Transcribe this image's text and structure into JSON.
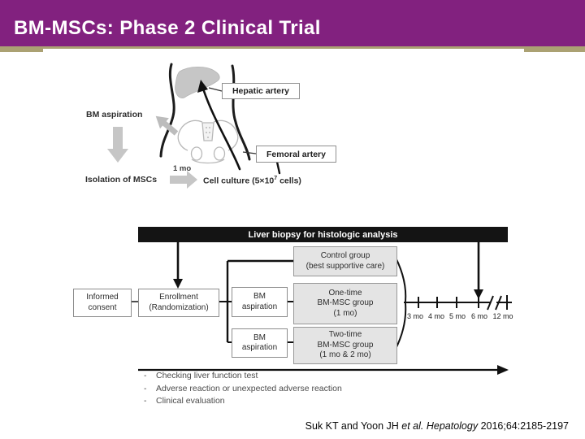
{
  "colors": {
    "header_purple": "#82217f",
    "accent_tan": "#aba173",
    "banner_black": "#141414",
    "box_gray_fill": "#e4e4e4",
    "arrow_gray": "#c6c6c6",
    "liver_gray": "#c6c6c6"
  },
  "header": {
    "title": "BM-MSCs: Phase 2 Clinical Trial"
  },
  "anatomy": {
    "bm_aspiration": "BM aspiration",
    "isolation": "Isolation of MSCs",
    "interval": "1 mo",
    "cell_culture_pre": "Cell culture (5×10",
    "cell_culture_sup": "7",
    "cell_culture_post": " cells)",
    "hepatic_artery": "Hepatic artery",
    "femoral_artery": "Femoral artery"
  },
  "trial": {
    "banner": "Liver biopsy for histologic analysis",
    "informed_consent": [
      "Informed",
      "consent"
    ],
    "enrollment": [
      "Enrollment",
      "(Randomization)"
    ],
    "bm_aspiration_1": [
      "BM",
      "aspiration"
    ],
    "bm_aspiration_2": [
      "BM",
      "aspiration"
    ],
    "control_group": [
      "Control group",
      "(best supportive care)"
    ],
    "one_time_group": [
      "One-time",
      "BM-MSC group",
      "(1 mo)"
    ],
    "two_time_group": [
      "Two-time",
      "BM-MSC group",
      "(1 mo & 2 mo)"
    ],
    "timeline_labels": [
      "3 mo",
      "4 mo",
      "5 mo",
      "6 mo",
      "12 mo"
    ]
  },
  "monitoring": {
    "bullet": "-",
    "items": [
      "Checking liver function test",
      "Adverse reaction or unexpected adverse reaction",
      "Clinical evaluation"
    ]
  },
  "citation": {
    "authors": "Suk KT and Yoon JH ",
    "et_al": "et al.",
    "journal": " Hepatology ",
    "reference": "2016;64:2185-2197"
  }
}
